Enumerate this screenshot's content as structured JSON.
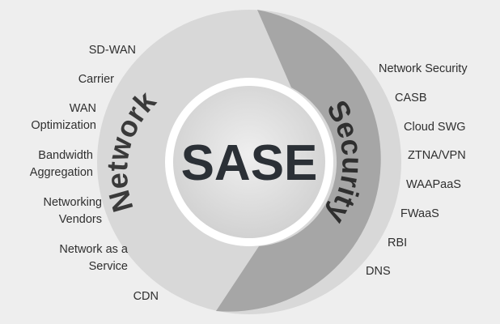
{
  "center": {
    "title": "SASE"
  },
  "arcs": {
    "network": "Network",
    "security": "Security"
  },
  "network_items": [
    "SD-WAN",
    "Carrier",
    "WAN\nOptimization",
    "Bandwidth\nAggregation",
    "Networking\nVendors",
    "Network as a\nService",
    "CDN"
  ],
  "security_items": [
    "Network Security",
    "CASB",
    "Cloud SWG",
    "ZTNA/VPN",
    "WAAPaaS",
    "FWaaS",
    "RBI",
    "DNS"
  ],
  "colors": {
    "background": "#eeeeee",
    "network_ring": "#d8d8d8",
    "security_ring": "#a6a6a6",
    "center_disk": "#e2e2e2",
    "text": "#2f2f2f",
    "center_text": "#2b3036"
  }
}
